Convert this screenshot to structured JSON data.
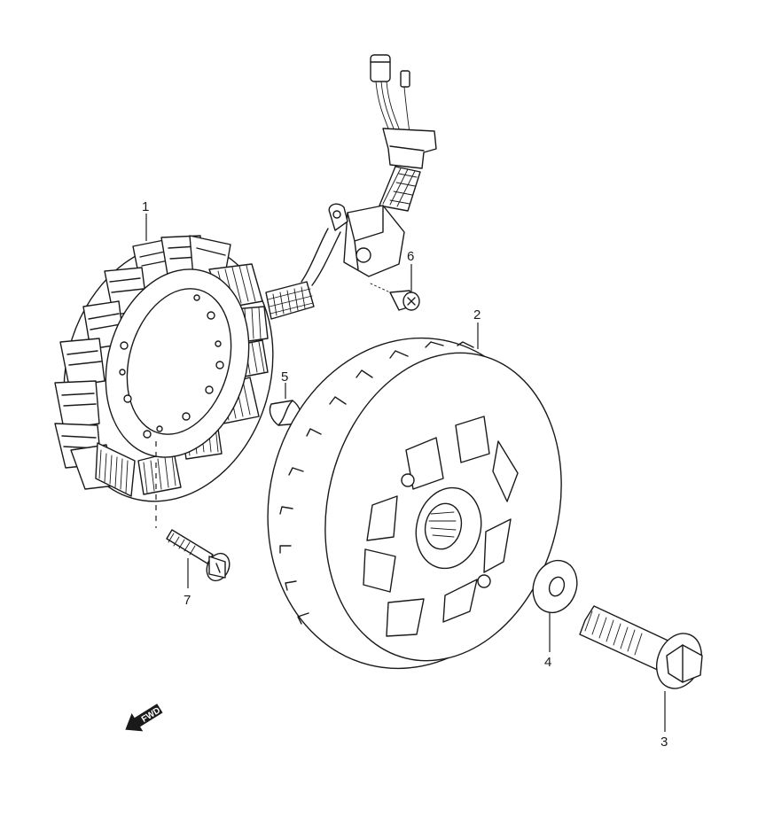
{
  "callouts": {
    "stator": "1",
    "rotor": "2",
    "rotor_bolt": "3",
    "washer": "4",
    "key": "5",
    "screw": "6",
    "stator_bolt": "7"
  },
  "fwd_arrow": {
    "label": "FWD"
  },
  "colors": {
    "line": "#1a1a1a",
    "background": "#ffffff"
  }
}
